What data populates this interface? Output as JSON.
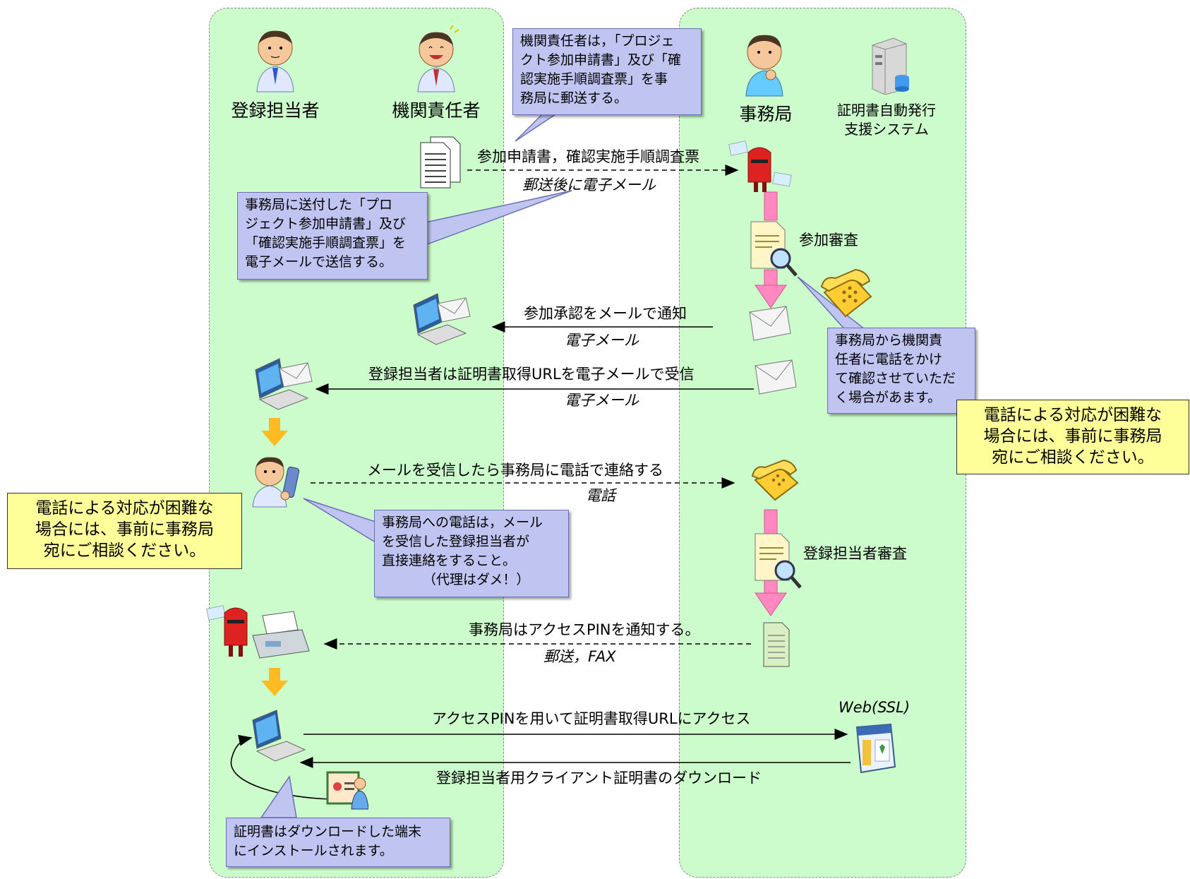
{
  "actors": {
    "registrant": "登録担当者",
    "org_manager": "機関責任者",
    "secretariat": "事務局",
    "cert_system_line1": "証明書自動発行",
    "cert_system_line2": "支援システム"
  },
  "flows": {
    "apply_docs": "参加申請書，確認実施手順調査票",
    "apply_docs_medium": "郵送後に電子メール",
    "review_participation": "参加審査",
    "approval_notice": "参加承認をメールで通知",
    "approval_medium": "電子メール",
    "url_receive": "登録担当者は証明書取得URLを電子メールで受信",
    "url_medium": "電子メール",
    "phone_contact": "メールを受信したら事務局に電話で連絡する",
    "phone_medium": "電話",
    "review_registrant": "登録担当者審査",
    "pin_notice": "事務局はアクセスPINを通知する。",
    "pin_medium": "郵送，FAX",
    "web_ssl": "Web(SSL)",
    "access_url": "アクセスPINを用いて証明書取得URLにアクセス",
    "download_cert": "登録担当者用クライアント証明書のダウンロード"
  },
  "callouts": {
    "mail_documents": [
      "機関責任者は，「プロジェ",
      "クト参加申請書」及び「確",
      "認実施手順調査票」を事",
      "務局に郵送する。"
    ],
    "email_documents": [
      "事務局に送付した「プロ",
      "ジェクト参加申請書」及び",
      "「確認実施手順調査票」を",
      "電子メールで送信する。"
    ],
    "phone_check": [
      "事務局から機関責",
      "任者に電話をかけ",
      "て確認させていただ",
      "く場合があます。"
    ],
    "direct_contact": [
      "事務局への電話は，メール",
      "を受信した登録担当者が",
      "直接連絡をすること。",
      "（代理はダメ！）"
    ],
    "install": [
      "証明書はダウンロードした端末",
      "にインストールされます。"
    ]
  },
  "notes": {
    "right": [
      "電話による対応が困難な",
      "場合には、事前に事務局",
      "宛にご相談ください。"
    ],
    "left": [
      "電話による対応が困難な",
      "場合には、事前に事務局",
      "宛にご相談ください。"
    ]
  }
}
